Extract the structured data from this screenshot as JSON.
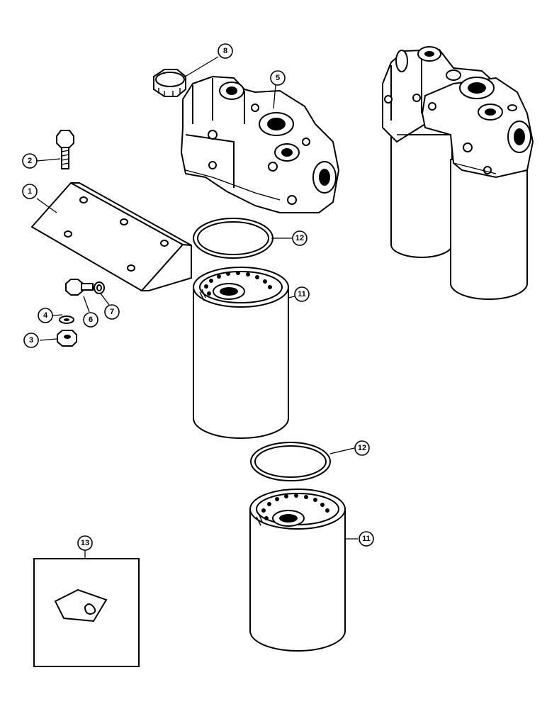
{
  "callouts": {
    "c1": "1",
    "c2": "2",
    "c3": "3",
    "c4": "4",
    "c5": "5",
    "c6": "6",
    "c7": "7",
    "c8": "8",
    "c11a": "11",
    "c11b": "11",
    "c12a": "12",
    "c12b": "12",
    "c13": "13"
  },
  "colors": {
    "ink": "#000000",
    "paper": "#ffffff"
  }
}
